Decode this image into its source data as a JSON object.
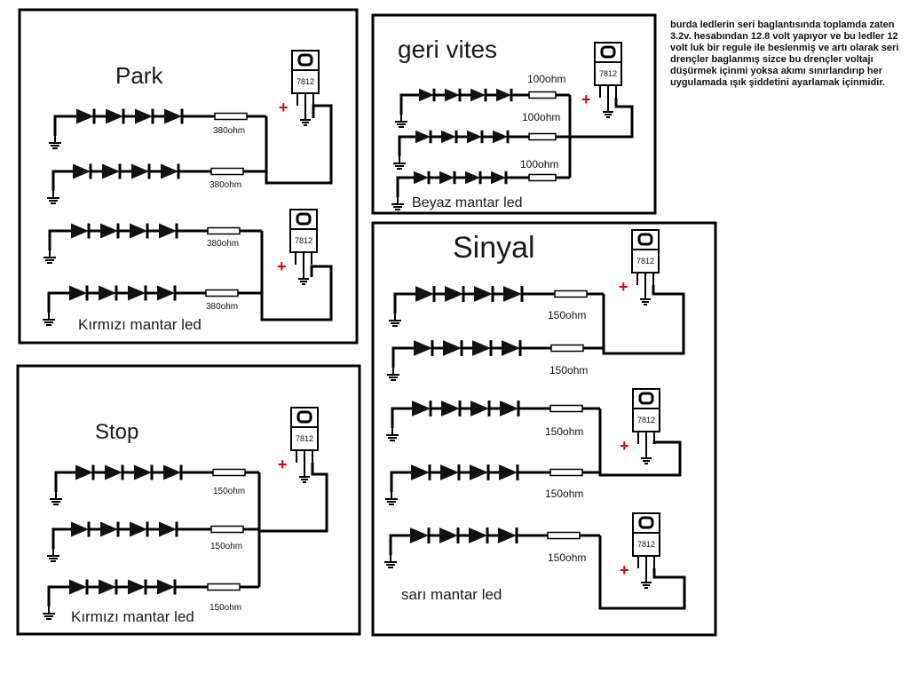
{
  "regulator_label": "7812",
  "plus_sign": "+",
  "panels": {
    "park": {
      "title": "Park",
      "caption": "Kırmızı mantar led",
      "resistor_label": "380ohm"
    },
    "stop": {
      "title": "Stop",
      "caption": "Kırmızı mantar led",
      "resistor_label": "150ohm"
    },
    "geri": {
      "title": "geri vites",
      "caption": "Beyaz mantar led",
      "resistor_label": "100ohm"
    },
    "sinyal": {
      "title": "Sinyal",
      "caption": "sarı mantar led",
      "resistor_label": "150ohm"
    }
  },
  "note": "burda ledlerin seri baglantısında toplamda zaten 3.2v. hesabından 12.8 volt yapıyor ve bu ledler 12 volt luk bir regule ile beslenmiş ve artı olarak seri drençler baglanmış sizce bu drençler voltajı düşürmek içinmi yoksa akımı sınırlandırıp her uygulamada ışık şiddetini ayarlamak içinmidir."
}
